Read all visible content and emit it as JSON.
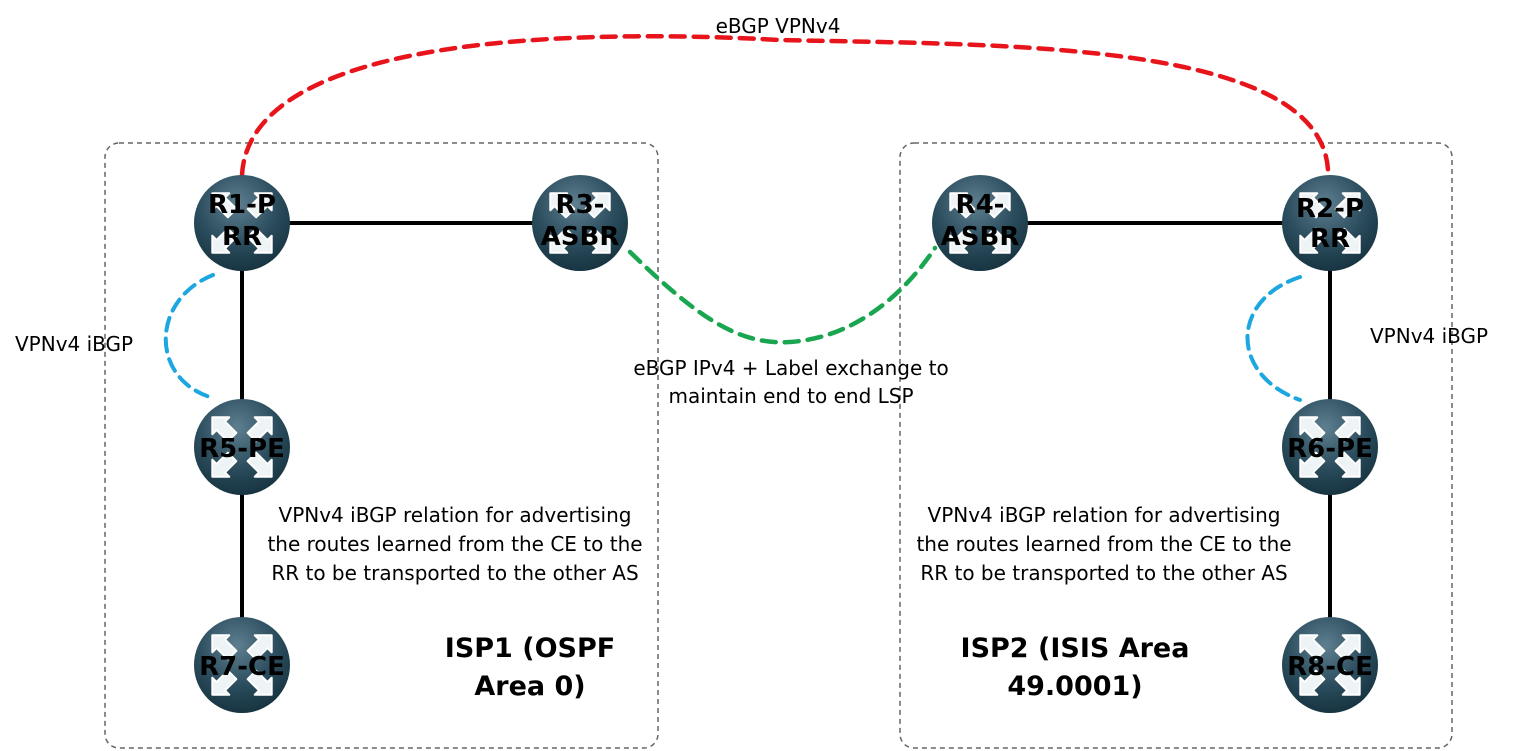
{
  "colors": {
    "ebgp_vpnv4": "#e8141c",
    "ebgp_ipv4_label": "#1aa650",
    "ibgp_vpnv4": "#1ca7e0",
    "physical_link": "#000000",
    "router_body": "#244656",
    "boundary": "#666666"
  },
  "routers": {
    "r1": {
      "line1": "R1-P",
      "line2": "RR"
    },
    "r2": {
      "line1": "R2-P",
      "line2": "RR"
    },
    "r3": {
      "line1": "R3-",
      "line2": "ASBR"
    },
    "r4": {
      "line1": "R4-",
      "line2": "ASBR"
    },
    "r5": {
      "label": "R5-PE"
    },
    "r6": {
      "label": "R6-PE"
    },
    "r7": {
      "label": "R7-CE"
    },
    "r8": {
      "label": "R8-CE"
    }
  },
  "isp1": {
    "title_line1": "ISP1 (OSPF",
    "title_line2": "Area 0)"
  },
  "isp2": {
    "title_line1": "ISP2 (ISIS Area",
    "title_line2": "49.0001)"
  },
  "labels": {
    "ebgp_vpnv4": "eBGP VPNv4",
    "ebgp_ipv4_line1": "eBGP IPv4 + Label exchange to",
    "ebgp_ipv4_line2": "maintain end to end LSP",
    "vpnv4_ibgp_left": "VPNv4 iBGP",
    "vpnv4_ibgp_right": "VPNv4 iBGP",
    "relation_left": [
      "VPNv4 iBGP relation for advertising",
      "the routes learned from the CE to the",
      "RR to be transported to the other AS"
    ],
    "relation_right": [
      "VPNv4 iBGP relation for advertising",
      "the routes learned from the CE to the",
      "RR to be transported to the other AS"
    ]
  }
}
